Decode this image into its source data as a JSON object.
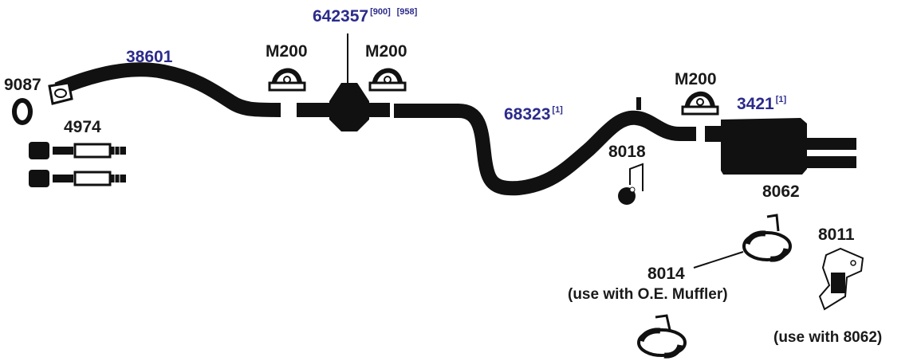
{
  "parts": {
    "p9087": {
      "number": "9087",
      "icon": "gasket-icon"
    },
    "p38601": {
      "number": "38601",
      "icon": "front-pipe-icon"
    },
    "p642357": {
      "number": "642357",
      "refs": [
        "[900]",
        "[958]"
      ],
      "icon": "catalytic-converter-icon"
    },
    "clamp_left": {
      "number": "M200",
      "icon": "u-bolt-clamp-icon"
    },
    "clamp_mid": {
      "number": "M200",
      "icon": "u-bolt-clamp-icon"
    },
    "clamp_right": {
      "number": "M200",
      "icon": "u-bolt-clamp-icon"
    },
    "p4974": {
      "number": "4974",
      "icon": "stud-bolt-kit-icon"
    },
    "p68323": {
      "number": "68323",
      "refs": [
        "[1]"
      ],
      "icon": "intermediate-pipe-icon"
    },
    "p3421": {
      "number": "3421",
      "refs": [
        "[1]"
      ],
      "icon": "muffler-icon"
    },
    "p8018": {
      "number": "8018",
      "icon": "hanger-bracket-icon"
    },
    "p8062": {
      "number": "8062",
      "icon": "rubber-hanger-icon"
    },
    "p8014": {
      "number": "8014",
      "note": "(use with O.E. Muffler)",
      "icon": "rubber-hanger-icon"
    },
    "p8011": {
      "number": "8011",
      "note": "(use with 8062)",
      "icon": "hanger-bracket-icon"
    }
  },
  "colors": {
    "label_blue": "#2b2b8c",
    "label_black": "#1a1a1a",
    "part_fill": "#111111"
  }
}
